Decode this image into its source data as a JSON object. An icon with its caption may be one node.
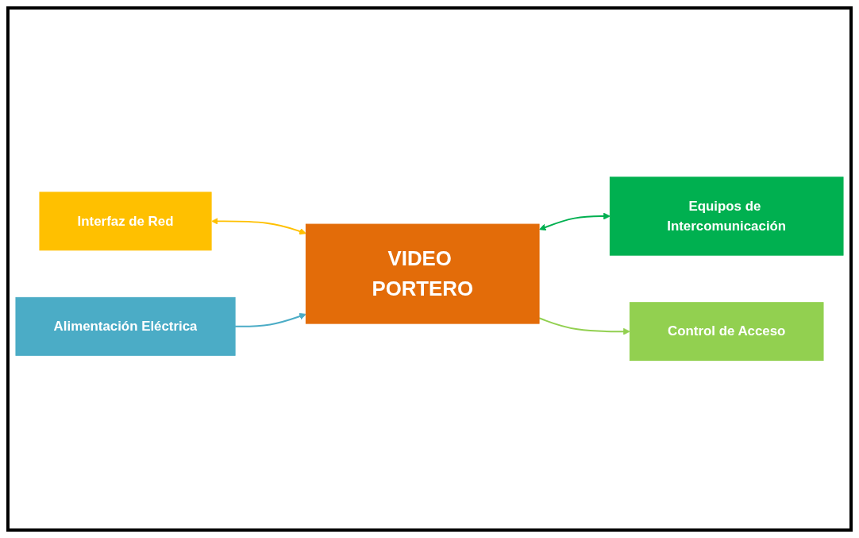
{
  "diagram": {
    "nodes": [
      {
        "text": [
          "Interfaz de Red"
        ]
      },
      {
        "text": [
          "Alimentación Eléctrica"
        ]
      },
      {
        "text": [
          "VIDEO PORTERO"
        ]
      },
      {
        "text": [
          "Equipos de Intercomunicación"
        ]
      },
      {
        "text": [
          "Control de Acceso"
        ]
      }
    ],
    "edges": [
      {
        "from": 0,
        "to": 2,
        "arrow": "both",
        "color": "#ffc000"
      },
      {
        "from": 1,
        "to": 2,
        "arrow": "to",
        "color": "#4bacc6"
      },
      {
        "from": 2,
        "to": 3,
        "arrow": "both",
        "color": "#00b050"
      },
      {
        "from": 2,
        "to": 4,
        "arrow": "to",
        "color": "#92d050"
      }
    ]
  }
}
